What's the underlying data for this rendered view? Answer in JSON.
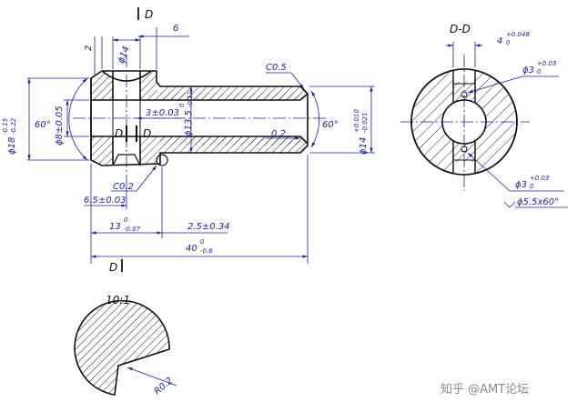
{
  "colors": {
    "outline": "#111111",
    "dimension": "#1a20a8",
    "hatch": "#111111",
    "centerline": "#1a20a8",
    "watermark": "#8a8a8a"
  },
  "section_marks": {
    "top": "D",
    "bottom": "D",
    "hole_left": "D",
    "hole_right": "D"
  },
  "main_view_dims": {
    "d6": "6",
    "d2": "2",
    "phi14_top": "ϕ14",
    "c05": "C0.5",
    "phi18": "ϕ18",
    "phi18_tol_upper": "-0.15",
    "phi18_tol_lower": "-0.22",
    "angle_left": "60°",
    "phi8": "ϕ8±0.05",
    "offset_3": "3±0.03",
    "phi135": "ϕ13.5",
    "phi135_tol_upper": "0",
    "phi135_tol_lower": "-0.11",
    "d02": "0.2",
    "angle_right": "60°",
    "phi14_right": "ϕ14",
    "phi14_right_tol_upper": "+0.010",
    "phi14_right_tol_lower": "-0.021",
    "c02": "C0.2",
    "len_65": "6.5±0.03",
    "len_13": "13",
    "len_13_tol_upper": "0",
    "len_13_tol_lower": "-0.07",
    "len_25": "2.5±0.34",
    "len_40": "40",
    "len_40_tol_upper": "0",
    "len_40_tol_lower": "-0.6"
  },
  "section_view": {
    "title": "D-D",
    "slot_4": "4",
    "slot_4_tol_upper": "+0.048",
    "slot_4_tol_lower": "0",
    "phi3_top": "ϕ3",
    "phi3_top_tol_upper": "+0.03",
    "phi3_top_tol_lower": "0",
    "phi3_bottom": "ϕ3",
    "phi3_bottom_tol_upper": "+0.03",
    "phi3_bottom_tol_lower": "0",
    "countersink": "ϕ5.5x60°"
  },
  "detail_view": {
    "scale": "10:1",
    "radius": "R0.2"
  },
  "watermark": "知乎 @AMT论坛"
}
